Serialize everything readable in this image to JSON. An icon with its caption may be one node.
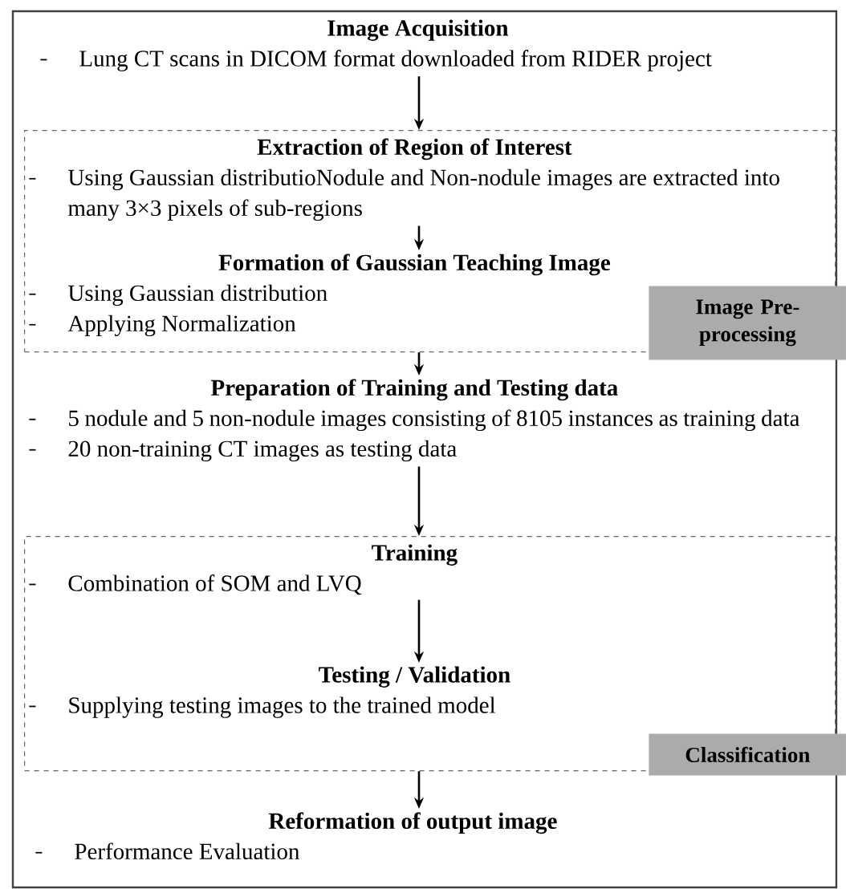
{
  "diagram": {
    "nodes": [
      {
        "text": [
          "Image Acquisition",
          "Lung CT scans in DICOM format downloaded from RIDER project"
        ]
      },
      {
        "text": [
          "Image Pre-processing"
        ]
      },
      {
        "text": [
          "Extraction of Region of Interest",
          "Using Gaussian distributioNodule and Non-nodule images are extracted into many 3×3 pixels of sub-regions"
        ],
        "in": 1
      },
      {
        "text": [
          "Formation of Gaussian Teaching Image",
          "Using Gaussian distribution",
          "Applying Normalization"
        ],
        "in": 1
      },
      {
        "text": [
          "Preparation of Training and Testing data",
          "5 nodule and 5 non-nodule images consisting of 8105 instances as training data",
          "20 non-training CT images as testing data"
        ]
      },
      {
        "text": [
          "Classification"
        ]
      },
      {
        "text": [
          "Training",
          "Combination of SOM and LVQ"
        ],
        "in": 5
      },
      {
        "text": [
          "Testing / Validation",
          "Supplying testing images to the trained model"
        ],
        "in": 5
      },
      {
        "text": [
          "Reformation of output image",
          "Performance Evaluation"
        ]
      }
    ],
    "edges": [
      {
        "from": 0,
        "to": 1,
        "arrow": "to"
      },
      {
        "from": 2,
        "to": 3,
        "arrow": "to"
      },
      {
        "from": 1,
        "to": 4,
        "arrow": "to"
      },
      {
        "from": 4,
        "to": 5,
        "arrow": "to"
      },
      {
        "from": 6,
        "to": 7,
        "arrow": "to"
      },
      {
        "from": 5,
        "to": 8,
        "arrow": "to"
      }
    ]
  }
}
